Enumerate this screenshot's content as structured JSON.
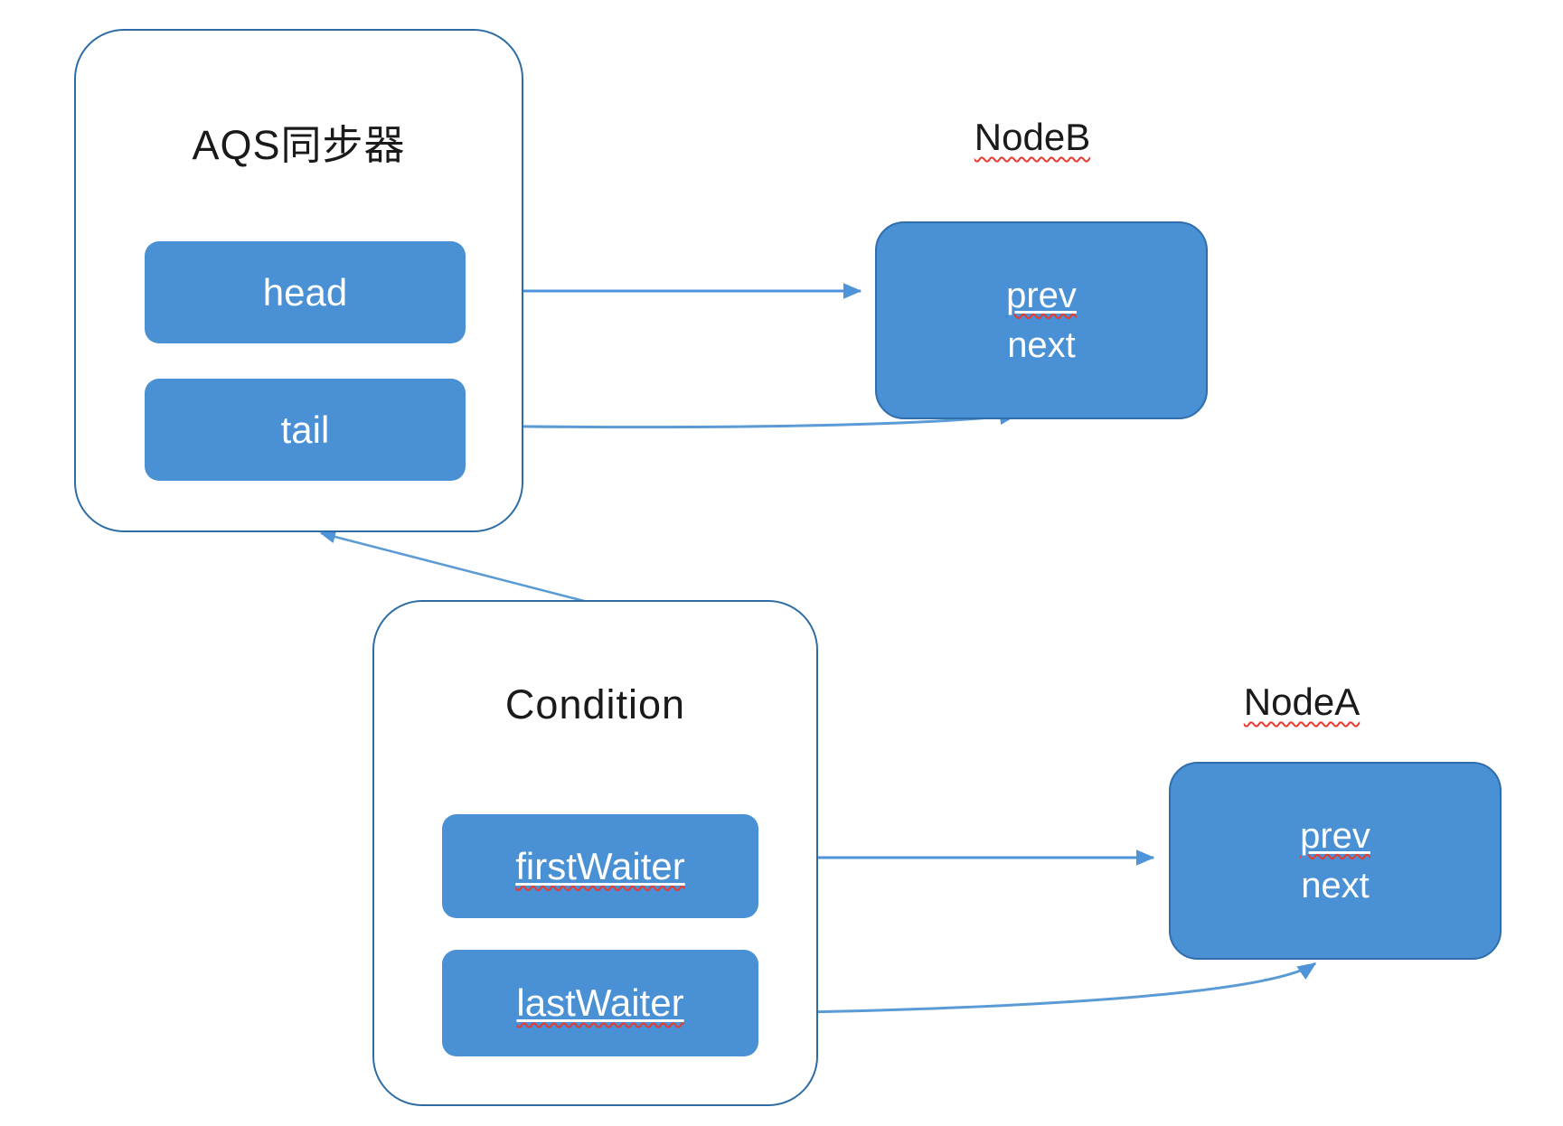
{
  "aqs": {
    "title": "AQS同步器",
    "head_label": "head",
    "tail_label": "tail"
  },
  "node_b": {
    "title": "NodeB",
    "prev_label": "prev",
    "next_label": "next"
  },
  "condition": {
    "title": "Condition",
    "first_waiter_label": "firstWaiter",
    "last_waiter_label": "lastWaiter"
  },
  "node_a": {
    "title": "NodeA",
    "prev_label": "prev",
    "next_label": "next"
  },
  "edges": [
    {
      "from": "AQS.head",
      "to": "NodeB"
    },
    {
      "from": "AQS.tail",
      "to": "NodeB"
    },
    {
      "from": "Condition",
      "to": "AQS"
    },
    {
      "from": "Condition.firstWaiter",
      "to": "NodeA"
    },
    {
      "from": "Condition.lastWaiter",
      "to": "NodeA"
    }
  ],
  "colors": {
    "box_fill": "#4a90d5",
    "container_border": "#2e6da4",
    "node_border": "#2f6dab",
    "arrow": "#4f93d8",
    "spellcheck_red": "#e83a2e",
    "title_text": "#1a1a1a",
    "box_text": "#ffffff",
    "background": "#ffffff"
  }
}
